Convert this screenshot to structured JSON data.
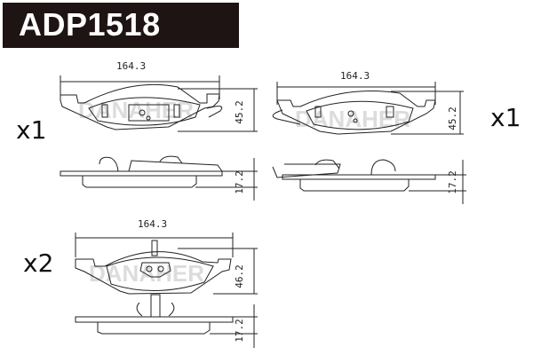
{
  "header": {
    "part_number": "ADP1518"
  },
  "watermark": "DANAHER",
  "pads": [
    {
      "quantity": "x1",
      "width": "164.3",
      "height": "45.2",
      "thickness": "17.2",
      "position": "top-left",
      "feature": "wear sensor wire"
    },
    {
      "quantity": "x1",
      "width": "164.3",
      "height": "45.2",
      "thickness": "17.2",
      "position": "top-right",
      "feature": "wear sensor wire"
    },
    {
      "quantity": "x2",
      "width": "164.3",
      "height": "46.2",
      "thickness": "17.2",
      "position": "bottom-left",
      "feature": "retaining clip"
    }
  ],
  "colors": {
    "title_bg": "#1e1413",
    "title_text": "#ffffff",
    "line": "#222222",
    "watermark": "#cfcfcf"
  }
}
